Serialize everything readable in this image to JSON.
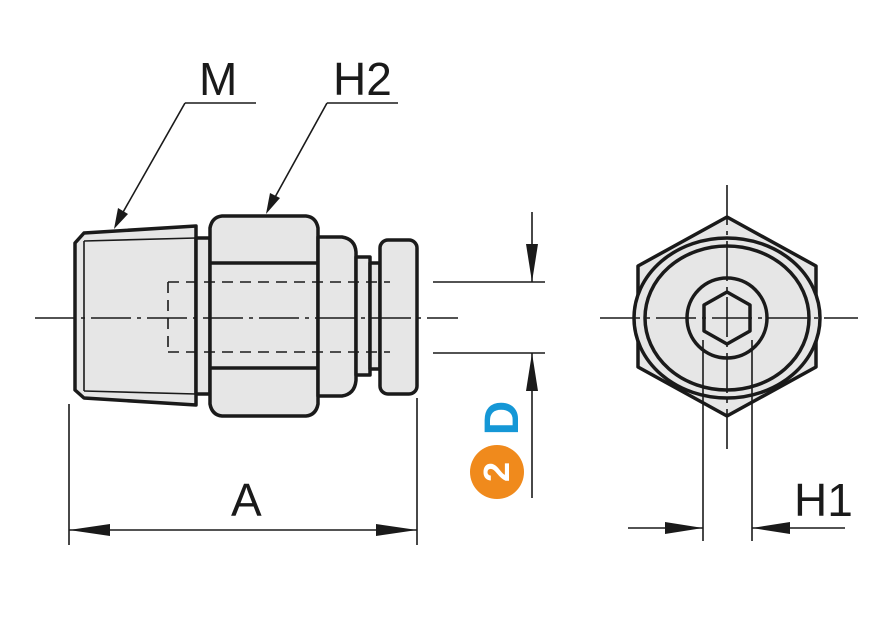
{
  "labels": {
    "thread": "M",
    "hex_width": "H2",
    "length": "A",
    "tube_od_prefix": "2",
    "tube_od": "D",
    "hex_socket": "H1"
  },
  "colors": {
    "line": "#1a1a1a",
    "body_fill": "#e6e6e6",
    "badge_orange": "#f08a1c",
    "label_blue": "#1597d6"
  }
}
